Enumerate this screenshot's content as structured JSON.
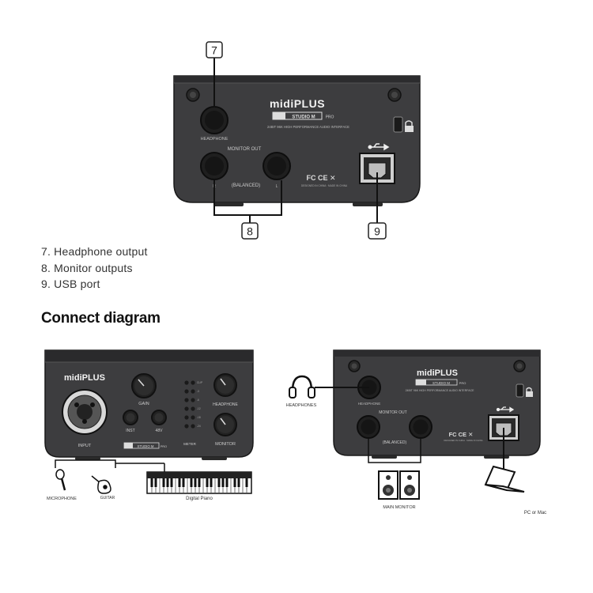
{
  "rear_panel": {
    "brand": "midiPLUS",
    "model_badge": "STUDIO M",
    "model_suffix": "PRO",
    "tagline": "24BIT 96K HIGH PERFORMANCE AUDIO INTERFACE",
    "headphone_label": "HEADPHONE",
    "monitor_out_label": "MONITOR OUT",
    "balanced_label": "(BALANCED)",
    "left_channel": "R",
    "right_channel": "L",
    "compliance": "FC CE ✕",
    "fine_print": "DESIGNED IN CHINA · MADE IN CHINA"
  },
  "callouts": {
    "headphone": "7",
    "monitor": "8",
    "usb": "9"
  },
  "legend": [
    "7.  Headphone output",
    "8.  Monitor outputs",
    "9. USB port"
  ],
  "section_title": "Connect diagram",
  "front_panel": {
    "brand": "midiPLUS",
    "gain_label": "GAIN",
    "inst_label": "INST",
    "p48_label": "48V",
    "meter_label": "METER",
    "headphone_label": "HEADPHONE",
    "monitor_label": "MONITOR",
    "input_label": "INPUT",
    "meter_marks": [
      "CLIP",
      "-3",
      "-6",
      "-12",
      "-18",
      "-24"
    ],
    "model_badge": "STUDIO M",
    "model_suffix": "PRO"
  },
  "devices": {
    "microphone": "MICROPHONE",
    "guitar": "GUITAR",
    "piano": "Digital Piano",
    "headphones": "HEADPHONES",
    "main_monitor": "MAIN MONITOR",
    "computer": "PC or Mac"
  }
}
